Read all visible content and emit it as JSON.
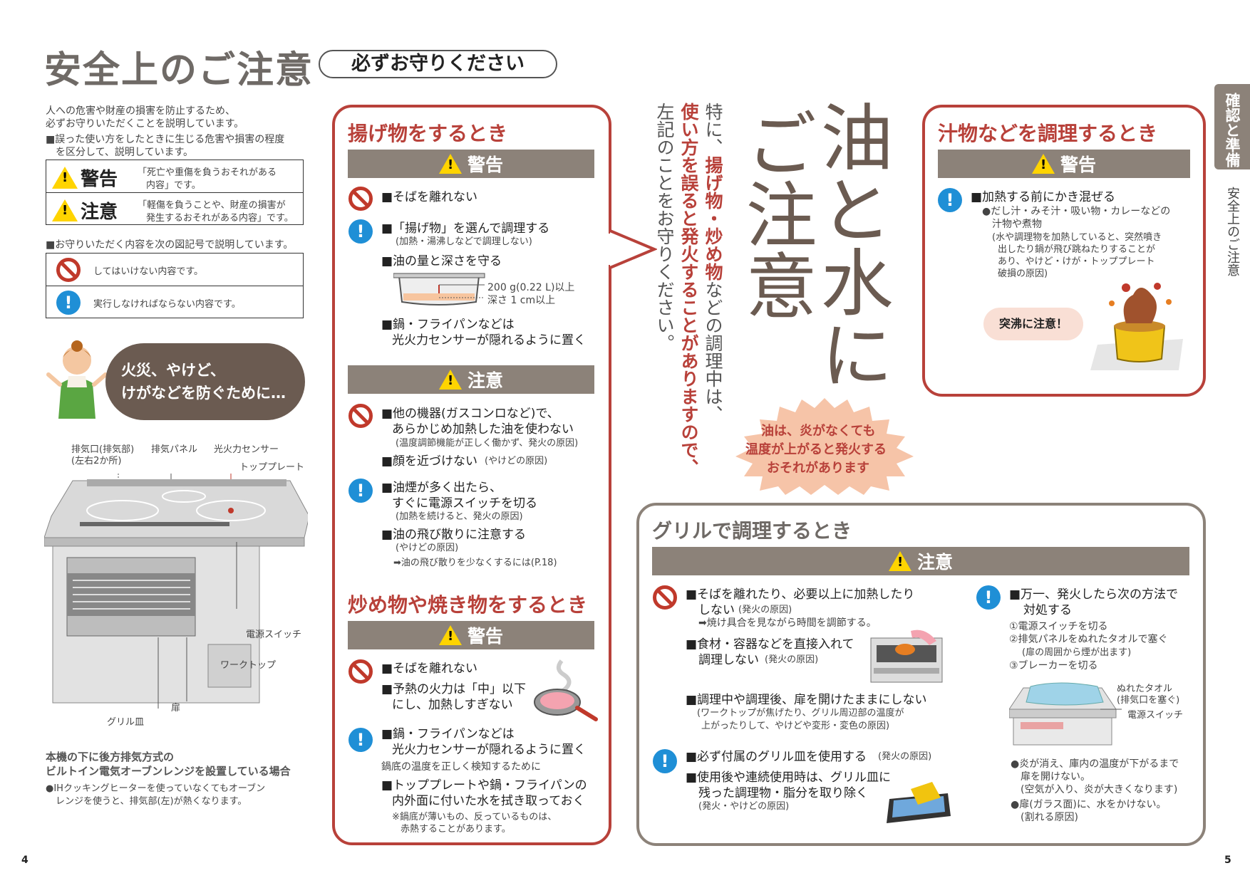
{
  "header": {
    "title": "安全上のご注意",
    "badge": "必ずお守りください"
  },
  "intro": {
    "line1": "人への危害や財産の損害を防止するため、",
    "line2": "必ずお守りいただくことを説明しています。",
    "line3": "■誤った使い方をしたときに生じる危害や損害の程度",
    "line4": "を区分して、説明しています。"
  },
  "legend": {
    "warning_label": "警告",
    "warning_desc1": "「死亡や重傷を負うおそれがある",
    "warning_desc2": "内容」です。",
    "caution_label": "注意",
    "caution_desc1": "「軽傷を負うことや、財産の損害が",
    "caution_desc2": "発生するおそれがある内容」です。",
    "symbols_intro": "■お守りいただく内容を次の図記号で説明しています。",
    "prohibited_desc": "してはいけない内容です。",
    "mandatory_desc": "実行しなければならない内容です。"
  },
  "bubble": {
    "line1": "火災、やけど、",
    "line2": "けがなどを防ぐために…"
  },
  "diagram": {
    "exhaust": "排気口(排気部)",
    "exhaust_sub": "(左右2か所)",
    "exhaust_panel": "排気パネル",
    "sensor": "光火力センサー",
    "top_plate": "トッププレート",
    "power_switch": "電源スイッチ",
    "worktop": "ワークトップ",
    "door": "扉",
    "grill_pan": "グリル皿"
  },
  "oven_note": {
    "title1": "本機の下に後方排気方式の",
    "title2": "ビルトイン電気オーブンレンジを設置している場合",
    "body1": "●IHクッキングヒーターを使っていなくてもオーブン",
    "body2": "レンジを使うと、排気部(左)が熱くなります。"
  },
  "fry": {
    "title": "揚げ物をするとき",
    "warning": "警告",
    "w1": "■そばを離れない",
    "w2": "■「揚げ物」を選んで調理する",
    "w2_sub": "(加熱・湯沸しなどで調理しない)",
    "w3": "■油の量と深さを守る",
    "oil_amount": "200 g(0.22 L)以上",
    "oil_depth": "深さ 1 cm以上",
    "w4a": "■鍋・フライパンなどは",
    "w4b": "光火力センサーが隠れるように置く",
    "caution": "注意",
    "c1a": "■他の機器(ガスコンロなど)で、",
    "c1b": "あらかじめ加熱した油を使わない",
    "c1_sub": "(温度調節機能が正しく働かず、発火の原因)",
    "c2": "■顔を近づけない",
    "c2_sub": "(やけどの原因)",
    "c3a": "■油煙が多く出たら、",
    "c3b": "すぐに電源スイッチを切る",
    "c3_sub": "(加熱を続けると、発火の原因)",
    "c4": "■油の飛び散りに注意する",
    "c4_sub": "(やけどの原因)",
    "c4_ref": "➡油の飛び散りを少なくするには(P.18)"
  },
  "stirfry": {
    "title": "炒め物や焼き物をするとき",
    "warning": "警告",
    "w1": "■そばを離れない",
    "w2a": "■予熱の火力は「中」以下",
    "w2b": "にし、加熱しすぎない",
    "w3a": "■鍋・フライパンなどは",
    "w3b": "光火力センサーが隠れるように置く",
    "w4_pre": "鍋底の温度を正しく検知するために",
    "w4a": "■トッププレートや鍋・フライパンの",
    "w4b": "内外面に付いた水を拭き取っておく",
    "note1": "※鍋底が薄いもの、反っているものは、",
    "note2": "赤熱することがあります。"
  },
  "center": {
    "headline_col1": "油と水に",
    "headline_col2": "ご注意",
    "sub_col1_a": "特に、",
    "sub_col1_b": "揚げ物・炒め物",
    "sub_col1_c": "などの調理中は、",
    "sub_col2": "使い方を誤ると発火することがありますので、",
    "sub_col3": "左記のことをお守りください。",
    "burst1": "油は、炎がなくても",
    "burst2": "温度が上がると発火する",
    "burst3": "おそれがあります"
  },
  "soup": {
    "title": "汁物などを調理するとき",
    "warning": "警告",
    "m1": "■加熱する前にかき混ぜる",
    "m1_a": "●だし汁・みそ汁・吸い物・カレーなどの",
    "m1_b": "汁物や煮物",
    "m1_c": "(水や調理物を加熱していると、突然噴き",
    "m1_d": "出したり鍋が飛び跳ねたりすることが",
    "m1_e": "あり、やけど・けが・トッププレート",
    "m1_f": "破損の原因)",
    "bump": "突沸に注意！"
  },
  "grill": {
    "title": "グリルで調理するとき",
    "caution": "注意",
    "p1a": "■そばを離れたり、必要以上に加熱したり",
    "p1b": "しない",
    "p1b_sub": "(発火の原因)",
    "p1_ref": "➡焼け具合を見ながら時間を調節する。",
    "p2a": "■食材・容器などを直接入れて",
    "p2b": "調理しない",
    "p2b_sub": "(発火の原因)",
    "p3": "■調理中や調理後、扉を開けたままにしない",
    "p3_sub1": "(ワークトップが焦げたり、グリル周辺部の温度が",
    "p3_sub2": "上がったりして、やけどや変形・変色の原因)",
    "m1": "■必ず付属のグリル皿を使用する",
    "m1_sub": "(発火の原因)",
    "m2a": "■使用後や連続使用時は、グリル皿に",
    "m2b": "残った調理物・脂分を取り除く",
    "m2_sub": "(発火・やけどの原因)",
    "f1a": "■万一、発火したら次の方法で",
    "f1b": "対処する",
    "f_s1": "①電源スイッチを切る",
    "f_s2": "②排気パネルをぬれたタオルで塞ぐ",
    "f_s2b": "(扉の周囲から煙が出ます)",
    "f_s3": "③ブレーカーを切る",
    "towel1": "ぬれたタオル",
    "towel2": "(排気口を塞ぐ)",
    "switch": "電源スイッチ",
    "after1": "●炎が消え、庫内の温度が下がるまで",
    "after2": "扉を開けない。",
    "after3": "(空気が入り、炎が大きくなります)",
    "after4": "●扉(ガラス面)に、水をかけない。",
    "after5": "(割れる原因)"
  },
  "side_tab": {
    "tab": "確認と準備",
    "section": "安全上のご注意"
  },
  "pages": {
    "left": "4",
    "right": "5"
  },
  "colors": {
    "accent_red": "#b8413a",
    "bar_gray": "#8c8279",
    "must_blue": "#1f8fd6",
    "prohibit_red": "#c0392b"
  }
}
